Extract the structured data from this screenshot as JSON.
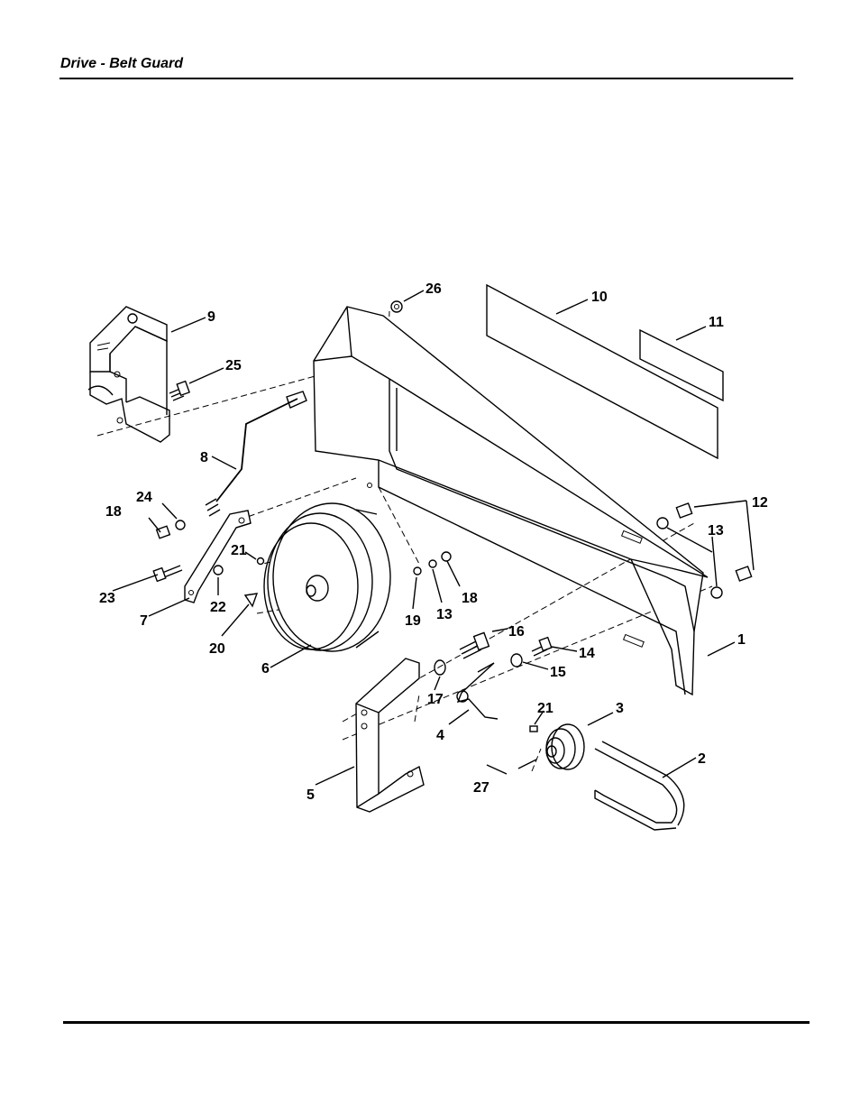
{
  "header": {
    "title": "Drive - Belt Guard"
  },
  "callouts": [
    {
      "id": "c1",
      "label": "1"
    },
    {
      "id": "c2",
      "label": "2"
    },
    {
      "id": "c3",
      "label": "3"
    },
    {
      "id": "c4",
      "label": "4"
    },
    {
      "id": "c5",
      "label": "5"
    },
    {
      "id": "c6",
      "label": "6"
    },
    {
      "id": "c7",
      "label": "7"
    },
    {
      "id": "c8",
      "label": "8"
    },
    {
      "id": "c9",
      "label": "9"
    },
    {
      "id": "c10",
      "label": "10"
    },
    {
      "id": "c11",
      "label": "11"
    },
    {
      "id": "c12",
      "label": "12"
    },
    {
      "id": "c13a",
      "label": "13"
    },
    {
      "id": "c13b",
      "label": "13"
    },
    {
      "id": "c14",
      "label": "14"
    },
    {
      "id": "c15",
      "label": "15"
    },
    {
      "id": "c16",
      "label": "16"
    },
    {
      "id": "c17",
      "label": "17"
    },
    {
      "id": "c18a",
      "label": "18"
    },
    {
      "id": "c18b",
      "label": "18"
    },
    {
      "id": "c19",
      "label": "19"
    },
    {
      "id": "c20",
      "label": "20"
    },
    {
      "id": "c21a",
      "label": "21"
    },
    {
      "id": "c21b",
      "label": "21"
    },
    {
      "id": "c22",
      "label": "22"
    },
    {
      "id": "c23",
      "label": "23"
    },
    {
      "id": "c24",
      "label": "24"
    },
    {
      "id": "c25",
      "label": "25"
    },
    {
      "id": "c26",
      "label": "26"
    },
    {
      "id": "c27",
      "label": "27"
    }
  ]
}
